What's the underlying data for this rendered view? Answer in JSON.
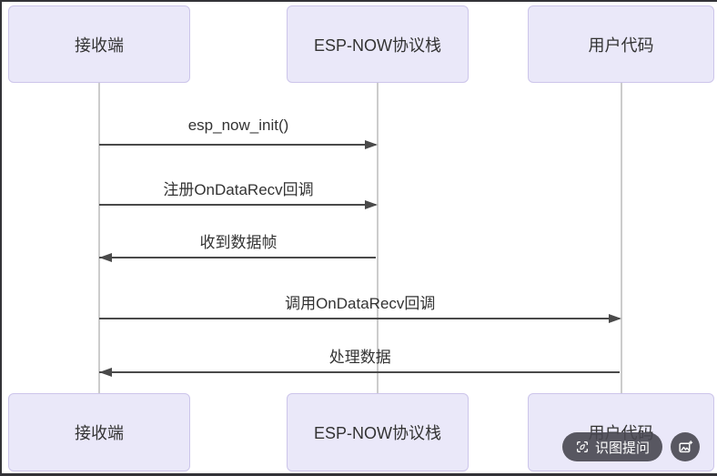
{
  "diagram": {
    "participants": [
      {
        "id": "receiver",
        "label": "接收端"
      },
      {
        "id": "espnow-stack",
        "label": "ESP-NOW协议栈"
      },
      {
        "id": "user-code",
        "label": "用户代码"
      }
    ],
    "messages": [
      {
        "label": "esp_now_init()",
        "from": 0,
        "to": 1,
        "direction": "right"
      },
      {
        "label": "注册OnDataRecv回调",
        "from": 0,
        "to": 1,
        "direction": "right"
      },
      {
        "label": "收到数据帧",
        "from": 1,
        "to": 0,
        "direction": "left"
      },
      {
        "label": "调用OnDataRecv回调",
        "from": 0,
        "to": 2,
        "direction": "right"
      },
      {
        "label": "处理数据",
        "from": 2,
        "to": 0,
        "direction": "left"
      }
    ],
    "colors": {
      "participant_fill": "#EAE8F9",
      "participant_border": "#CCC5EA",
      "lifeline": "#CCCCCC",
      "arrow": "#4A4A4A",
      "text": "#333333"
    }
  },
  "overlay": {
    "ask_button_label": "识图提问",
    "buttons_bg": "#484750",
    "icons": [
      "scan-image-icon",
      "image-plus-icon"
    ]
  }
}
